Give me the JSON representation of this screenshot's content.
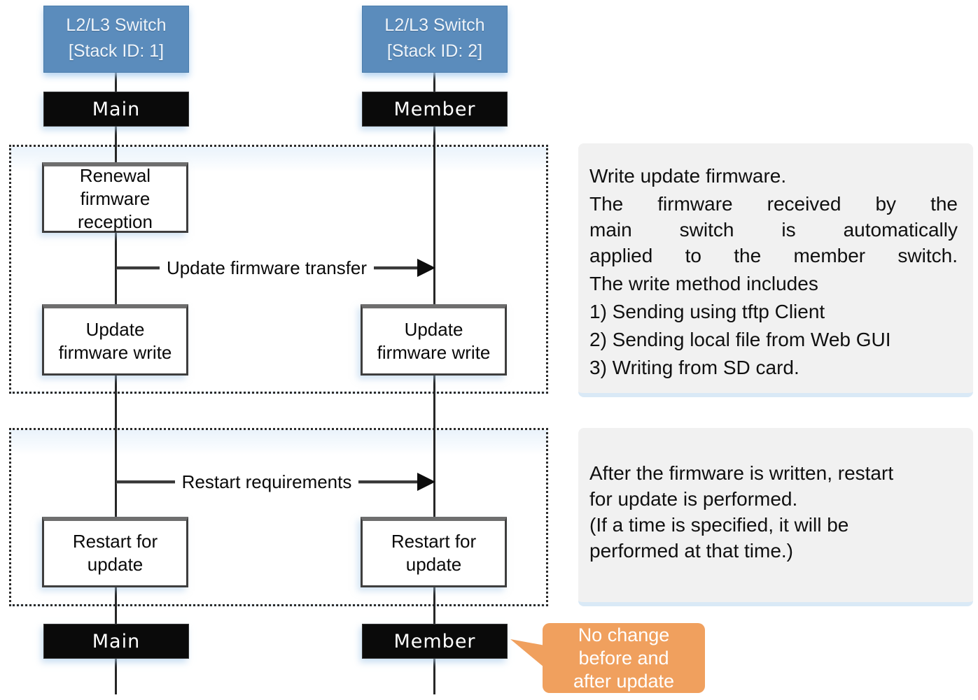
{
  "colors": {
    "actor_blue": "#5B8CBC",
    "role_black": "#0A0A0A",
    "note_gray": "#F1F1F1",
    "callout_orange": "#F0A05E",
    "line_dark": "#3A3A3A"
  },
  "switch1": {
    "header": "L2/L3 Switch\n[Stack ID: 1]",
    "role_before": "Main",
    "role_after": "Main"
  },
  "switch2": {
    "header": "L2/L3 Switch\n[Stack ID: 2]",
    "role_before": "Member",
    "role_after": "Member"
  },
  "phase1": {
    "renewal_box": "Renewal\nfirmware\nreception",
    "message": "Update firmware transfer",
    "write_box_main": "Update\nfirmware write",
    "write_box_member": "Update\nfirmware write"
  },
  "phase2": {
    "message": "Restart requirements",
    "restart_box_main": "Restart for\nupdate",
    "restart_box_member": "Restart for\nupdate"
  },
  "note1": {
    "line1": "Write update firmware.",
    "line2": "The firmware received by the\nmain switch is automatically\napplied to the member switch.",
    "line3": "The write method includes",
    "methods": [
      "1) Sending using tftp Client",
      "2) Sending local file from Web GUI",
      "3) Writing from SD card."
    ]
  },
  "note2": {
    "text": "After the firmware is written, restart\nfor update is performed.\n(If a time is specified, it will be\nperformed at that time.)"
  },
  "callout": {
    "text": "No change\nbefore and\nafter update"
  }
}
